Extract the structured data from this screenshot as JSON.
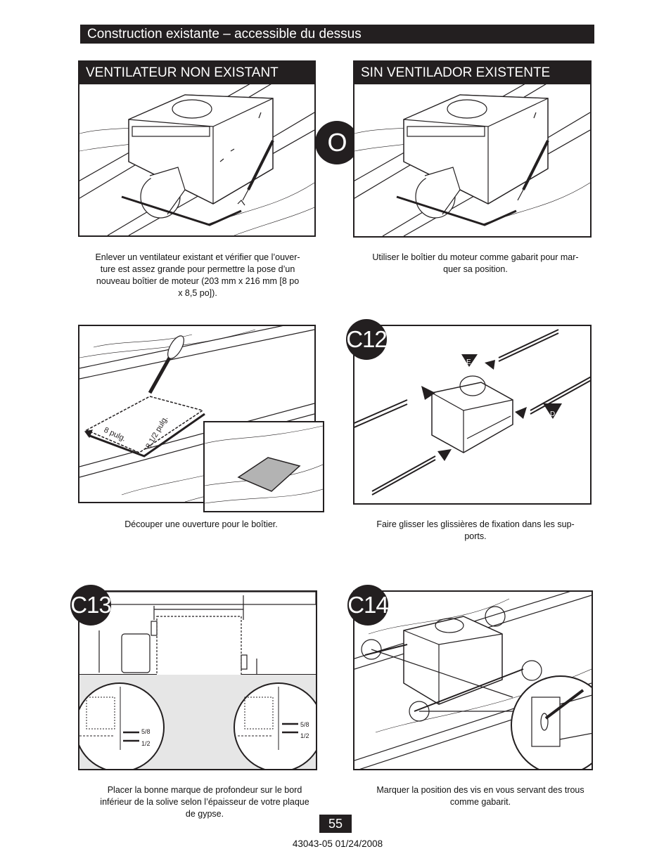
{
  "header": {
    "title": "Construction existante – accessible du dessus"
  },
  "step_o": {
    "badge": "O",
    "left_label": "VENTILATEUR NON EXISTANT",
    "right_label": "SIN VENTILADOR EXISTENTE",
    "left_caption": [
      "Enlever un ventilateur existant et vérifier que l’ouver-",
      "ture est assez grande pour permettre la pose d’un",
      "nouveau boîtier de moteur (203 mm x 216 mm [8 po",
      "x 8,5 po])."
    ],
    "right_caption": [
      "Utiliser le boîtier du moteur comme gabarit pour mar-",
      "quer sa position."
    ]
  },
  "step_cut": {
    "dim_a": "8 pulg.",
    "dim_b": "8 1/2 pulg.",
    "caption": [
      "Découper une ouverture pour le boîtier."
    ]
  },
  "step_c12": {
    "badge": "C12",
    "mark_e": "E",
    "mark_d": "D",
    "caption": [
      "Faire glisser les glissières de fixation dans les sup-",
      "ports."
    ]
  },
  "step_c13": {
    "badge": "C13",
    "mark_58": "5/8",
    "mark_12": "1/2",
    "caption": [
      "Placer la bonne marque de profondeur sur le bord",
      "inférieur de la solive selon l’épaisseur de votre plaque",
      "de gypse."
    ]
  },
  "step_c14": {
    "badge": "C14",
    "caption": [
      "Marquer la position des vis en vous servant des trous",
      "comme gabarit."
    ]
  },
  "footer": {
    "page_number": "55",
    "doc_id": "43043-05  01/24/2008"
  }
}
